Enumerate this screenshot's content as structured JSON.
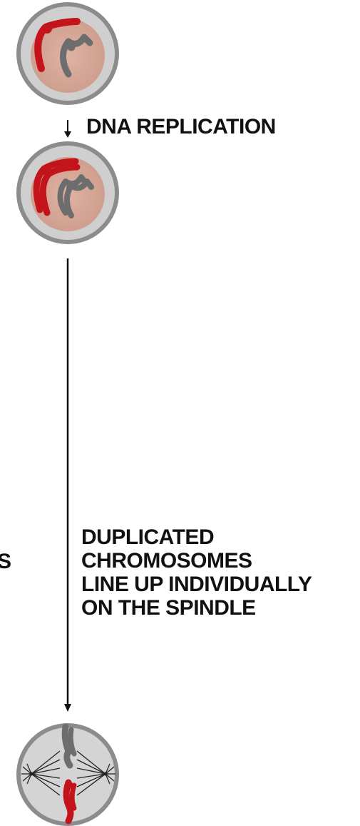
{
  "steps": {
    "replication_label": "DNA REPLICATION",
    "alignment_lines": [
      "DUPLICATED",
      "CHROMOSOMES",
      "LINE UP INDIVIDUALLY",
      "ON THE SPINDLE"
    ],
    "left_edge_fragment": "S"
  },
  "colors": {
    "cell_outer": "#c8c8c8",
    "cell_ring": "#8a8a8a",
    "nucleus": "#d9a898",
    "chromosome_red": "#c4141b",
    "chromosome_gray": "#6d6d6d",
    "spindle_cell": "#d4d4d4",
    "arrow": "#111111"
  },
  "icons": {
    "cell_1": "cell-with-chromosomes-icon",
    "cell_2": "cell-with-duplicated-chromosomes-icon",
    "cell_3": "spindle-cell-icon"
  }
}
